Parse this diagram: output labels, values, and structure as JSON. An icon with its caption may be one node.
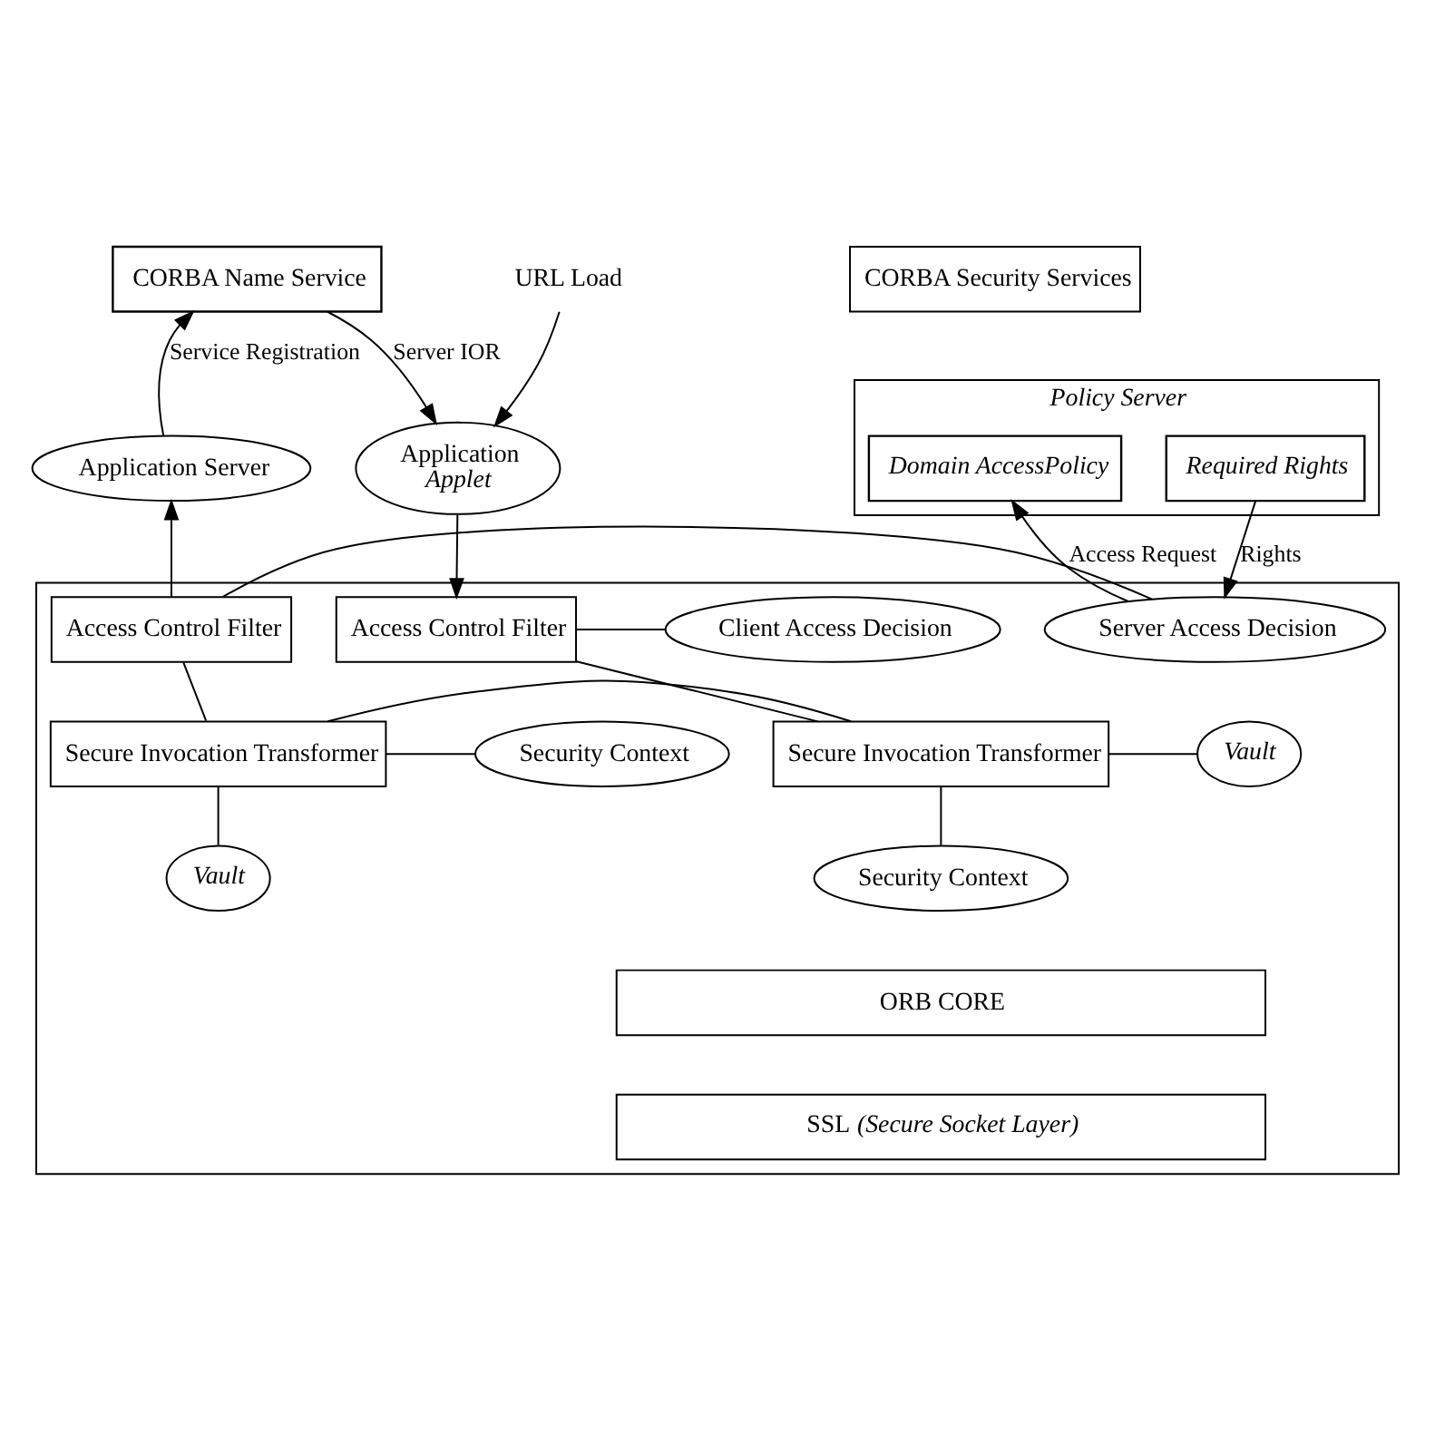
{
  "diagram": {
    "nodes": [
      {
        "text": [
          "CORBA Name Service"
        ]
      },
      {
        "text": [
          "CORBA Security Services"
        ]
      },
      {
        "text": [
          "Policy Server"
        ]
      },
      {
        "text": [
          "Domain AccessPolicy"
        ],
        "in": 2
      },
      {
        "text": [
          "Required Rights"
        ],
        "in": 2
      },
      {
        "text": [
          "Application",
          "Applet"
        ]
      },
      {
        "text": [
          "Application Server"
        ]
      },
      {
        "text": [],
        "shape": "box"
      },
      {
        "text": [
          "Access Control Filter"
        ],
        "in": 7
      },
      {
        "text": [
          "Client Access Decision"
        ],
        "in": 7
      },
      {
        "text": [
          "Server Access Decision"
        ],
        "in": 7
      },
      {
        "text": [
          "Access Control Filter"
        ],
        "in": 7
      },
      {
        "text": [
          "Secure Invocation Transformer"
        ],
        "in": 7
      },
      {
        "text": [
          "Vault"
        ],
        "in": 7
      },
      {
        "text": [
          "Security Context"
        ],
        "in": 7
      },
      {
        "text": [
          "Secure Invocation Transformer"
        ],
        "in": 7
      },
      {
        "text": [
          "Security Context"
        ],
        "in": 7
      },
      {
        "text": [
          "Vault"
        ],
        "in": 7
      },
      {
        "text": [
          "ORB CORE"
        ],
        "in": 7
      },
      {
        "text": [
          "SSL *(Secure Socket Layer)*"
        ],
        "in": 7
      },
      {
        "text": [
          "URL Load"
        ]
      }
    ],
    "edges": [
      {
        "from": 20,
        "to": 5,
        "arrow": "to"
      },
      {
        "from": 0,
        "to": 5,
        "arrow": "to",
        "label": "Server IOR"
      },
      {
        "from": 6,
        "to": 0,
        "arrow": "to",
        "label": "Service Registration"
      },
      {
        "from": 5,
        "to": 8,
        "arrow": "to"
      },
      {
        "from": 11,
        "to": 6,
        "arrow": "to"
      },
      {
        "from": 10,
        "to": 3,
        "arrow": "to",
        "label": "Access Request"
      },
      {
        "from": 4,
        "to": 10,
        "arrow": "to",
        "label": "Rights"
      },
      {
        "from": 8,
        "to": 9,
        "arrow": "none"
      },
      {
        "from": 8,
        "to": 12,
        "arrow": "none"
      },
      {
        "from": 12,
        "to": 13,
        "arrow": "none"
      },
      {
        "from": 12,
        "to": 16,
        "arrow": "none"
      },
      {
        "from": 10,
        "to": 11,
        "arrow": "none"
      },
      {
        "from": 11,
        "to": 15,
        "arrow": "none"
      },
      {
        "from": 15,
        "to": 14,
        "arrow": "none"
      },
      {
        "from": 15,
        "to": 17,
        "arrow": "none"
      },
      {
        "from": 12,
        "to": 15,
        "arrow": "none"
      }
    ]
  }
}
